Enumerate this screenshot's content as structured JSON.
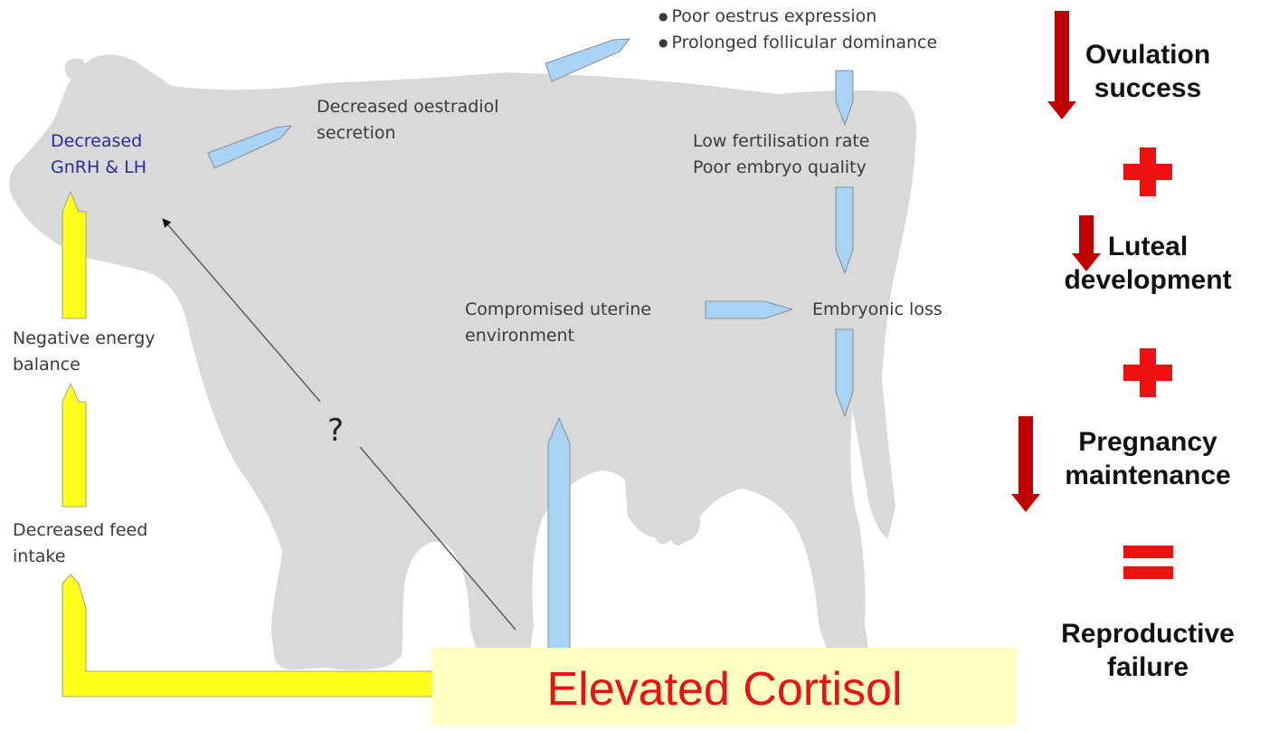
{
  "colors": {
    "cow_silhouette": "#d9d9d9",
    "pathway_arrow_blue": "#a9d3f5",
    "energy_arrow_yellow": "#ffff1a",
    "outcome_arrow_red": "#c00000",
    "plus_equals_red": "#ee1111",
    "cortisol_box_fill": "#ffffc2",
    "cortisol_text": "#ee1111",
    "hormone_label": "#2a2a9c"
  },
  "diagram": {
    "hormone_label": [
      "Decreased",
      "GnRH & LH"
    ],
    "oestradiol_label": [
      "Decreased oestradiol",
      "secretion"
    ],
    "oestrus_bullets": [
      "Poor oestrus expression",
      "Prolonged follicular dominance"
    ],
    "fertilisation_label": [
      "Low fertilisation rate",
      "Poor embryo quality"
    ],
    "uterine_label": [
      "Compromised uterine",
      "environment"
    ],
    "embryonic_label": "Embryonic loss",
    "energy_label": [
      "Negative energy",
      "balance"
    ],
    "feed_label": [
      "Decreased feed",
      "intake"
    ],
    "unknown_link": "?",
    "cortisol_label": "Elevated Cortisol"
  },
  "outcomes": {
    "ovulation": [
      "Ovulation",
      "success"
    ],
    "luteal": [
      "Luteal",
      "development"
    ],
    "pregnancy": [
      "Pregnancy",
      "maintenance"
    ],
    "plus_symbol": "+",
    "equals_symbol": "=",
    "result": [
      "Reproductive",
      "failure"
    ]
  }
}
